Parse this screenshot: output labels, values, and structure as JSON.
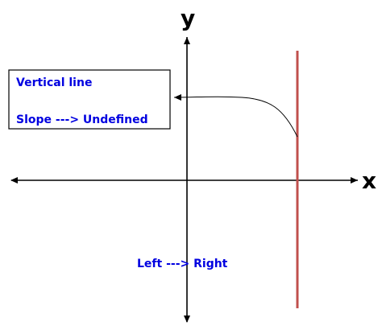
{
  "axes": {
    "x_label": "x",
    "y_label": "y"
  },
  "callout": {
    "line1": "Vertical line",
    "line2": "Slope ---> Undefined"
  },
  "direction_note": "Left ---> Right",
  "colors": {
    "vertical_line": "#c0504d",
    "annotation_text": "#0000e0",
    "axis": "#000000"
  }
}
